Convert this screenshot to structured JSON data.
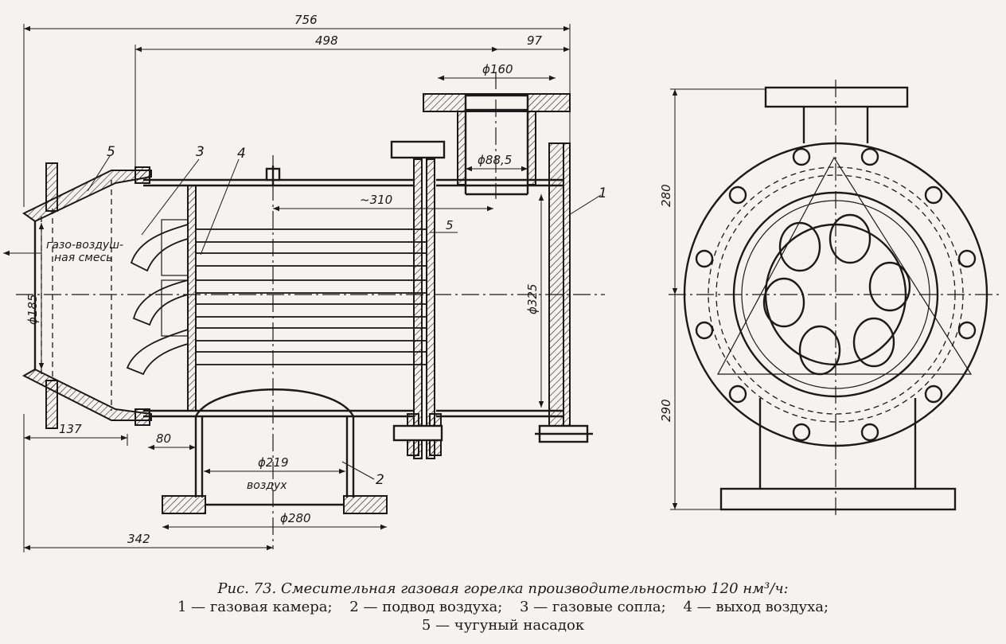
{
  "dimensions": {
    "overall_length": "756",
    "body_length": "498",
    "flange_offset": "97",
    "top_pipe_diameter": "ϕ160",
    "inner_pipe_diameter": "ϕ88,5",
    "length_310": "~310",
    "gap_5": "5",
    "chamber_diameter": "ϕ325",
    "outlet_diameter": "ϕ185",
    "air_pipe_diameter": "ϕ219",
    "air_flange_diameter": "ϕ280",
    "nozzle_length": "137",
    "offset_80": "80",
    "air_position": "342",
    "height_upper": "280",
    "height_lower": "290"
  },
  "labels": {
    "gas_air_mixture_line1": "газо-воздуш-",
    "gas_air_mixture_line2": "ная смесь",
    "air": "воздух"
  },
  "callouts": [
    "1",
    "2",
    "3",
    "4",
    "5"
  ],
  "caption": {
    "title": "Рис. 73. Смесительная газовая горелка производительностью 120 нм³/ч:",
    "legend": [
      "1 — газовая камера;",
      "2 — подвод воздуха;",
      "3 — газовые сопла;",
      "4 — выход воздуха;",
      "5 — чугуный насадок"
    ]
  }
}
